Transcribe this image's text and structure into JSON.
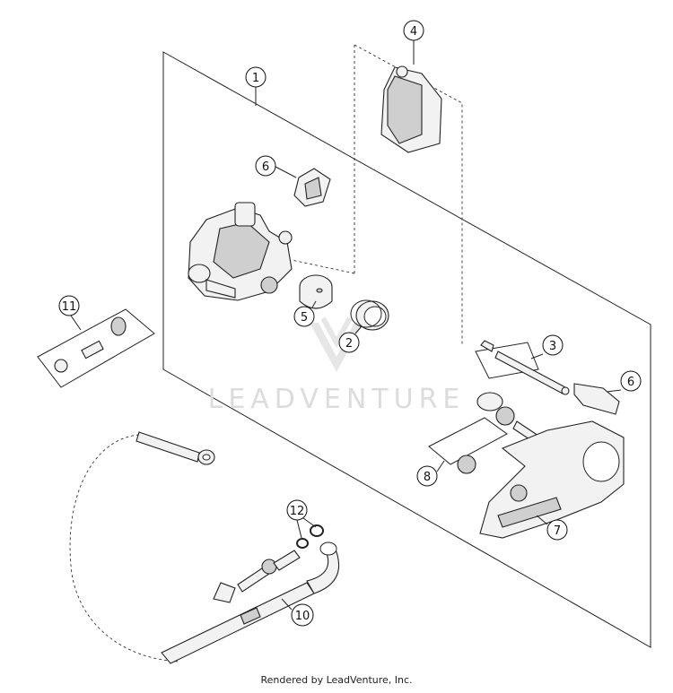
{
  "callouts": {
    "c1": "1",
    "c2": "2",
    "c3": "3",
    "c4": "4",
    "c5": "5",
    "c6a": "6",
    "c6b": "6",
    "c7": "7",
    "c8": "8",
    "c10": "10",
    "c11": "11",
    "c12": "12"
  },
  "watermark": "LEADVENTURE",
  "footer": "Rendered by LeadVenture, Inc."
}
